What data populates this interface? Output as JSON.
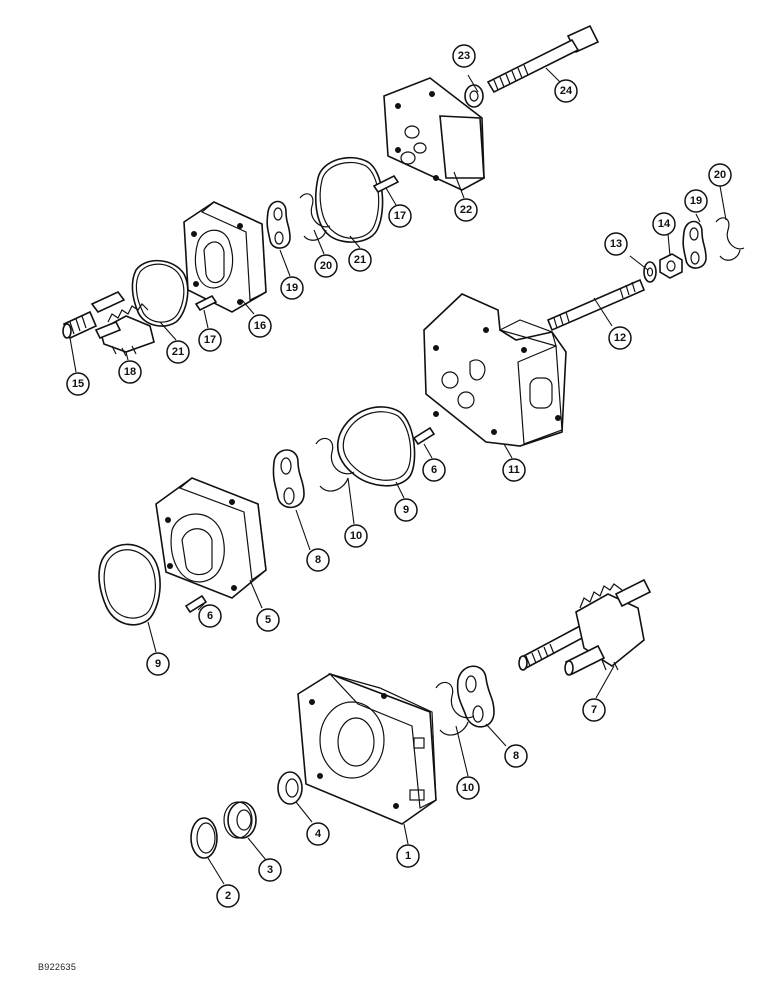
{
  "figure_code": "B922635",
  "callouts": [
    "1",
    "2",
    "3",
    "4",
    "5",
    "6",
    "7",
    "8",
    "9",
    "10",
    "11",
    "12",
    "13",
    "14",
    "15",
    "16",
    "17",
    "18",
    "19",
    "20",
    "21",
    "22",
    "23",
    "24"
  ]
}
